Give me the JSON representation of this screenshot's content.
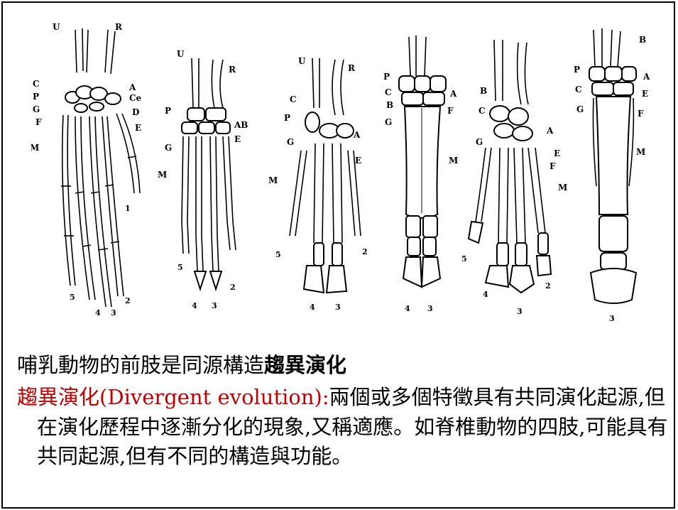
{
  "figure": {
    "limbs": [
      {
        "name": "limb-1",
        "labels": [
          "U",
          "R",
          "C",
          "A",
          "P",
          "Ce",
          "G",
          "D",
          "F",
          "E",
          "M"
        ],
        "digits": [
          "5",
          "4",
          "3",
          "2",
          "1"
        ]
      },
      {
        "name": "limb-2",
        "labels": [
          "U",
          "R",
          "P",
          "AB",
          "G",
          "E",
          "M"
        ],
        "digits": [
          "5",
          "4",
          "3",
          "2"
        ]
      },
      {
        "name": "limb-3",
        "labels": [
          "U",
          "R",
          "C",
          "P",
          "A",
          "G",
          "E",
          "M"
        ],
        "digits": [
          "5",
          "4",
          "3",
          "2"
        ]
      },
      {
        "name": "limb-4",
        "labels": [
          "P",
          "A",
          "C",
          "B",
          "F",
          "G",
          "M"
        ],
        "digits": [
          "4",
          "3"
        ]
      },
      {
        "name": "limb-5",
        "labels": [
          "B",
          "C",
          "A",
          "G",
          "E",
          "F",
          "M"
        ],
        "digits": [
          "5",
          "4",
          "3",
          "2"
        ]
      },
      {
        "name": "limb-6",
        "labels": [
          "B",
          "P",
          "A",
          "C",
          "E",
          "G",
          "F",
          "M"
        ],
        "digits": [
          "3"
        ]
      }
    ]
  },
  "text": {
    "line1_normal": "哺乳動物的前肢是同源構造",
    "line1_bold": "趨異演化",
    "term_red": "趨異演化(Divergent evolution):",
    "definition": "兩個或多個特徵具有共同演化起源,但在演化歷程中逐漸分化的現象,又稱適應。如脊椎動物的四肢,可能具有共同起源,但有不同的構造與功能。"
  },
  "colors": {
    "accent_red": "#c00000",
    "text": "#000000",
    "border": "#000000"
  }
}
